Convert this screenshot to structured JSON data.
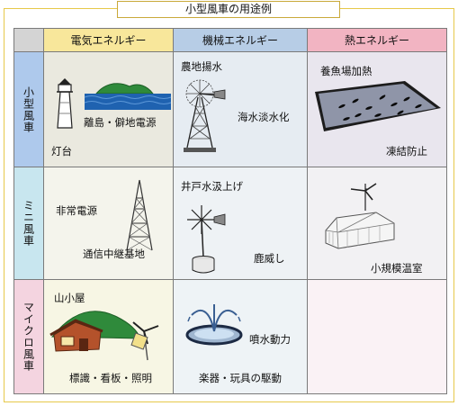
{
  "title": "小型風車の用途例",
  "columns": [
    {
      "label": "電気エネルギー",
      "color": "#f8e79b"
    },
    {
      "label": "機械エネルギー",
      "color": "#b7cde6"
    },
    {
      "label": "熱エネルギー",
      "color": "#f2b4c2"
    }
  ],
  "rows": [
    {
      "label": "小型風車",
      "color": "#aec9ec",
      "cells": [
        {
          "labels": [
            "離島・僻地電源",
            "灯台"
          ]
        },
        {
          "labels": [
            "農地揚水",
            "海水淡水化"
          ]
        },
        {
          "labels": [
            "養魚場加熱",
            "凍結防止"
          ]
        }
      ]
    },
    {
      "label": "ミニ風車",
      "color": "#c8e6ef",
      "cells": [
        {
          "labels": [
            "非常電源",
            "通信中継基地"
          ]
        },
        {
          "labels": [
            "井戸水汲上げ",
            "鹿威し"
          ]
        },
        {
          "labels": [
            "小規模温室"
          ]
        }
      ]
    },
    {
      "label": "マイクロ風車",
      "color": "#f4d4e0",
      "cells": [
        {
          "labels": [
            "山小屋",
            "標識・看板・照明"
          ]
        },
        {
          "labels": [
            "噴水動力",
            "楽器・玩具の駆動"
          ]
        },
        {
          "labels": []
        }
      ]
    }
  ],
  "colors": {
    "electric_bg": "#f3f1df",
    "mechanical_bg": "#eef1f4",
    "heat_bg": "#f1eef2",
    "grid": "#7a7a7a",
    "corner": "#d4d4d4"
  }
}
